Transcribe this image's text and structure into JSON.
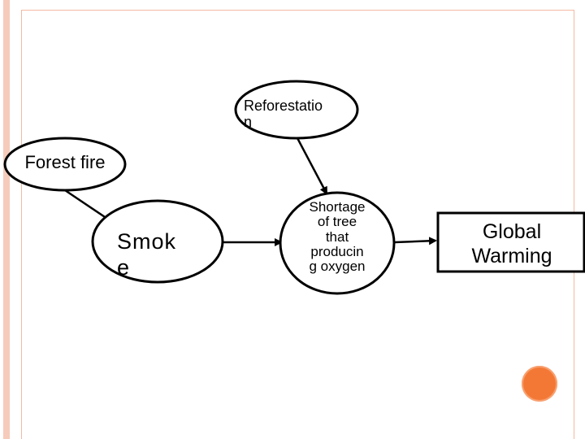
{
  "diagram": {
    "nodes": [
      {
        "id": "reforestation",
        "label": "Reforestatio\nn"
      },
      {
        "id": "forest_fire",
        "label": "Forest fire"
      },
      {
        "id": "smoke",
        "label": "Smok\ne"
      },
      {
        "id": "shortage",
        "label": "Shortage\nof tree\nthat\nproducin\ng oxygen"
      },
      {
        "id": "global_warming",
        "label": "Global\nWarming"
      }
    ],
    "edges": [
      {
        "from": "forest_fire",
        "to": "smoke"
      },
      {
        "from": "smoke",
        "to": "shortage"
      },
      {
        "from": "reforestation",
        "to": "shortage"
      },
      {
        "from": "shortage",
        "to": "global_warming"
      }
    ]
  },
  "colors": {
    "frame": "#f3b9a4",
    "accent_dot": "#f47835",
    "node_fill": "#ffffff",
    "node_stroke": "#000000"
  }
}
